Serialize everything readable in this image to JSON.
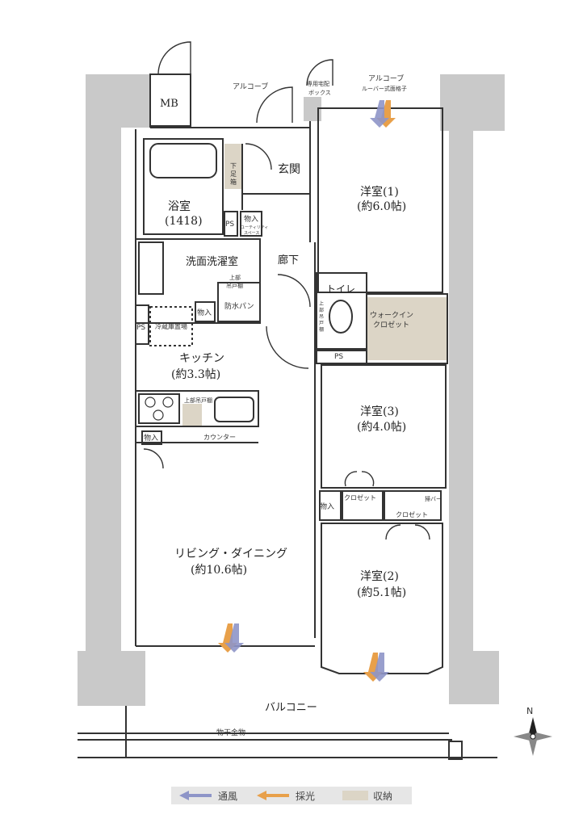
{
  "rooms": {
    "bath": {
      "name": "浴室",
      "size": "(1418)"
    },
    "entrance": "玄関",
    "western1": {
      "name": "洋室(1)",
      "size": "(約6.0帖)"
    },
    "western2": {
      "name": "洋室(2)",
      "size": "(約5.1帖)"
    },
    "western3": {
      "name": "洋室(3)",
      "size": "(約4.0帖)"
    },
    "wash": "洗面洗濯室",
    "corridor": "廊下",
    "toilet": "トイレ",
    "walkin": [
      "ウォークイン",
      "クロゼット"
    ],
    "kitchen": {
      "name": "キッチン",
      "size": "(約3.3帖)"
    },
    "living": {
      "name": "リビング・ダイニング",
      "size": "(約10.6帖)"
    },
    "balcony": "バルコニー"
  },
  "labels": {
    "mb": "MB",
    "alcove1": "アルコーブ",
    "alcove2": "アルコーブ",
    "delivery_box": [
      "専用宅配",
      "ボックス"
    ],
    "louver": "ルーバー式面格子",
    "shoe_box": [
      "下",
      "足",
      "箱"
    ],
    "ps1": "PS",
    "ps2": "PS",
    "ps3": "PS",
    "storage_utility": [
      "物入",
      "ユーティリティ",
      "スペース"
    ],
    "upper_cabinet_wash": [
      "上部",
      "吊戸棚"
    ],
    "waterproof_pan": "防水パン",
    "storage_wash": "物入",
    "fridge": "冷蔵庫置場",
    "upper_cabinet_toilet": [
      "上",
      "部",
      "吊",
      "戸",
      "棚"
    ],
    "upper_cabinet_kitchen": "上部吊戸棚",
    "counter": "カウンター",
    "storage_kitchen": "物入",
    "storage_corridor": "物入",
    "closet1": "クロゼット",
    "closet2": "クロゼット",
    "sweeper": "掃バー",
    "drying_rack": "物干金物"
  },
  "compass": {
    "north": "N"
  },
  "legend": {
    "items": [
      {
        "label": "通風",
        "color": "#8e95c8"
      },
      {
        "label": "採光",
        "color": "#e8a04a"
      },
      {
        "label": "収納",
        "color": "#dcd5c6"
      }
    ]
  },
  "colors": {
    "wall": "#c9c9c9",
    "storage": "#dcd5c6",
    "wind": "#8e95c8",
    "light": "#e8a04a"
  }
}
